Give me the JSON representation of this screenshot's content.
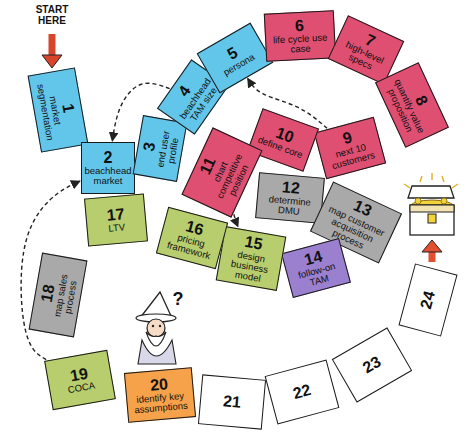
{
  "diagram": {
    "nodes": [
      {
        "text": [
          "1",
          "market segmentation"
        ]
      },
      {
        "text": [
          "2",
          "beachhead market"
        ]
      },
      {
        "text": [
          "3",
          "end user profile"
        ]
      },
      {
        "text": [
          "4",
          "beachhead TAM size"
        ]
      },
      {
        "text": [
          "5",
          "persona"
        ]
      },
      {
        "text": [
          "6",
          "life cycle use case"
        ]
      },
      {
        "text": [
          "7",
          "high-level specs"
        ]
      },
      {
        "text": [
          "8",
          "quantify value proposition"
        ]
      },
      {
        "text": [
          "9",
          "next 10 customers"
        ]
      },
      {
        "text": [
          "10",
          "define core"
        ]
      },
      {
        "text": [
          "11",
          "chart competitive position"
        ]
      },
      {
        "text": [
          "12",
          "determine DMU"
        ]
      },
      {
        "text": [
          "13",
          "map customer acquisition process"
        ]
      },
      {
        "text": [
          "14",
          "follow-on TAM"
        ]
      },
      {
        "text": [
          "15",
          "design business model"
        ]
      },
      {
        "text": [
          "16",
          "pricing framework"
        ]
      },
      {
        "text": [
          "17",
          "LTV"
        ]
      },
      {
        "text": [
          "18",
          "map sales process"
        ]
      },
      {
        "text": [
          "19",
          "COCA"
        ]
      },
      {
        "text": [
          "20",
          "identify key assumptions"
        ]
      },
      {
        "text": [
          "21"
        ]
      },
      {
        "text": [
          "22"
        ]
      },
      {
        "text": [
          "23"
        ]
      },
      {
        "text": [
          "24"
        ]
      }
    ],
    "edges": [
      {
        "from": 3,
        "to": 1,
        "arrow": "to"
      },
      {
        "from": 8,
        "to": 4,
        "arrow": "to"
      },
      {
        "from": 10,
        "to": 14,
        "arrow": "to"
      },
      {
        "from": 18,
        "to": 1,
        "arrow": "to"
      }
    ],
    "labels": [
      "START HERE",
      "?"
    ]
  }
}
